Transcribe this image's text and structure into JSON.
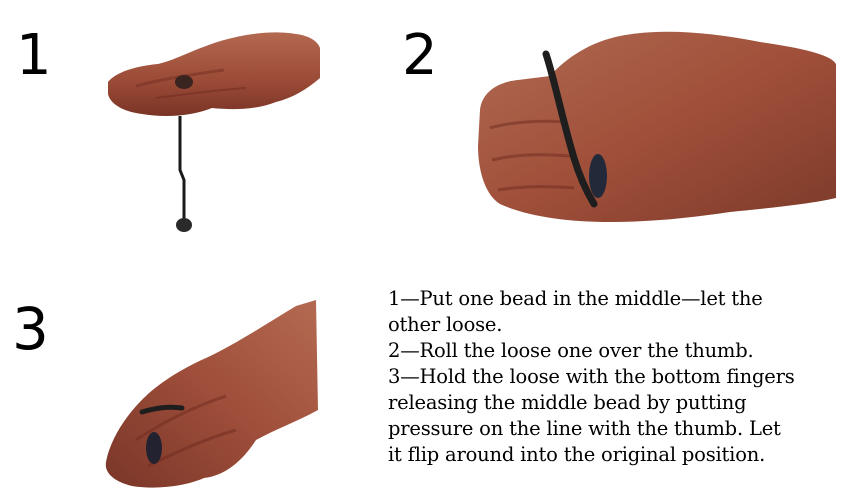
{
  "panels": [
    {
      "number": "1"
    },
    {
      "number": "2"
    },
    {
      "number": "3"
    }
  ],
  "instructions": {
    "lines": [
      "1—Put one bead in the middle—let the",
      "other loose.",
      "2—Roll the loose one over the thumb.",
      "3—Hold the loose with the bottom fingers",
      "releasing the middle bead by putting",
      "pressure on the line with the thumb.  Let",
      "it flip around into the original position."
    ]
  },
  "colors": {
    "skin": "#a0503a",
    "skin_shadow": "#6e2a1e",
    "bead": "#2a2a2a",
    "text": "#000000",
    "background": "#ffffff"
  }
}
